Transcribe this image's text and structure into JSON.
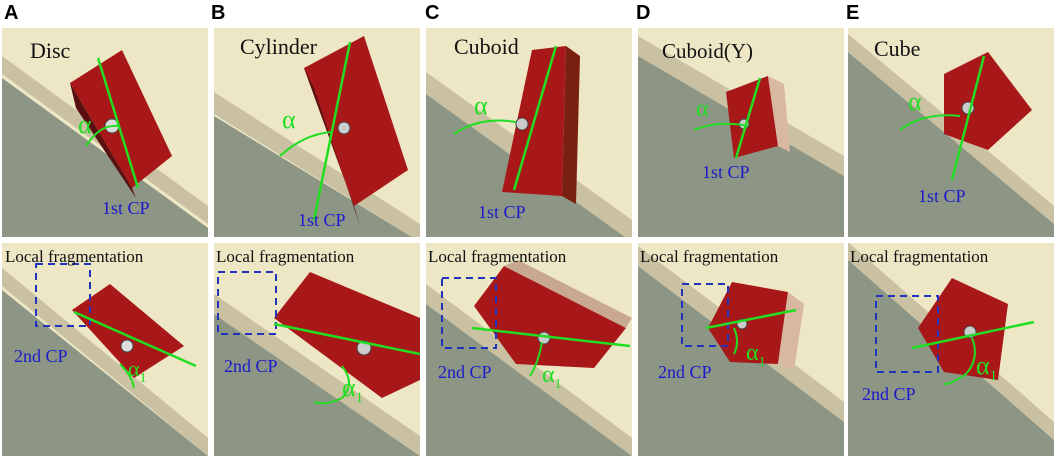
{
  "panels": [
    {
      "letter": "A",
      "shape": "Disc",
      "cp1": "1st CP",
      "frag": "Local fragmentation",
      "cp2": "2nd CP",
      "alpha": "α",
      "alpha1": "α",
      "sub": "1"
    },
    {
      "letter": "B",
      "shape": "Cylinder",
      "cp1": "1st CP",
      "frag": "Local fragmentation",
      "cp2": "2nd CP",
      "alpha": "α",
      "alpha1": "α",
      "sub": "1"
    },
    {
      "letter": "C",
      "shape": "Cuboid",
      "cp1": "1st CP",
      "frag": "Local fragmentation",
      "cp2": "2nd CP",
      "alpha": "α",
      "alpha1": "α",
      "sub": "1"
    },
    {
      "letter": "D",
      "shape": "Cuboid(Y)",
      "cp1": "1st CP",
      "frag": "Local fragmentation",
      "cp2": "2nd CP",
      "alpha": "α",
      "alpha1": "α",
      "sub": "1"
    },
    {
      "letter": "E",
      "shape": "Cube",
      "cp1": "1st CP",
      "frag": "Local fragmentation",
      "cp2": "2nd CP",
      "alpha": "α",
      "alpha1": "α",
      "sub": "1"
    }
  ],
  "colors": {
    "annotation_line": "#22dd22",
    "label_text": "#1a1acc",
    "box_dash": "#2233bb",
    "specimen": "#a81818",
    "background_upper": "#efe9c8",
    "background_lower": "#8c9484"
  }
}
